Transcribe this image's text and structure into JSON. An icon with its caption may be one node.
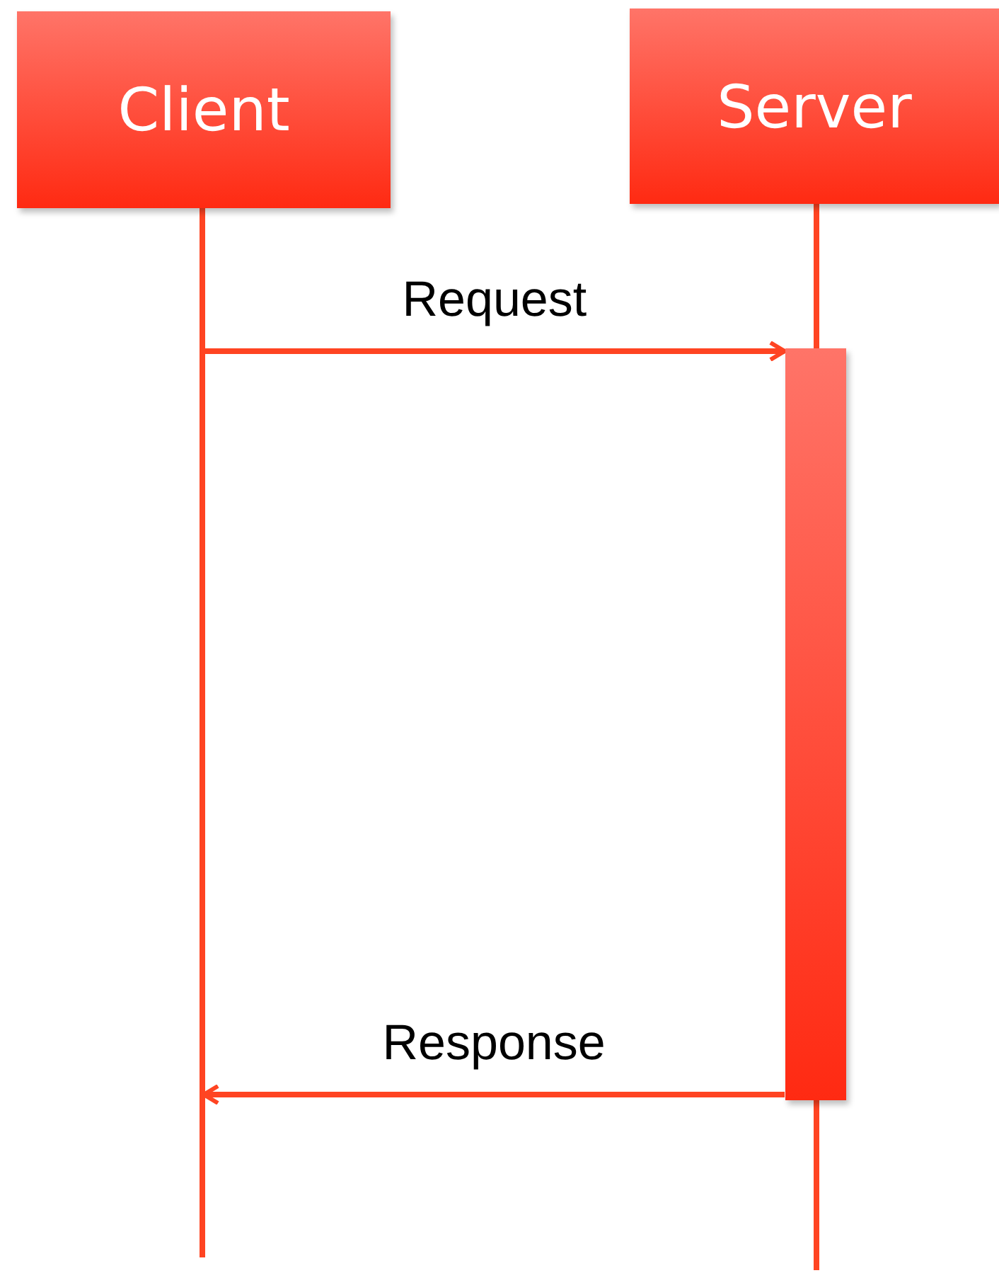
{
  "diagram": {
    "nodes": [
      {
        "text": [
          "Client"
        ]
      },
      {
        "text": [
          "Server"
        ]
      },
      {
        "text": [],
        "shape": "bar",
        "in": 1
      }
    ],
    "edges": [
      {
        "from": 0,
        "to": 2,
        "arrow": "to",
        "label": "Request"
      },
      {
        "from": 2,
        "to": 0,
        "arrow": "to",
        "label": "Response"
      }
    ]
  }
}
